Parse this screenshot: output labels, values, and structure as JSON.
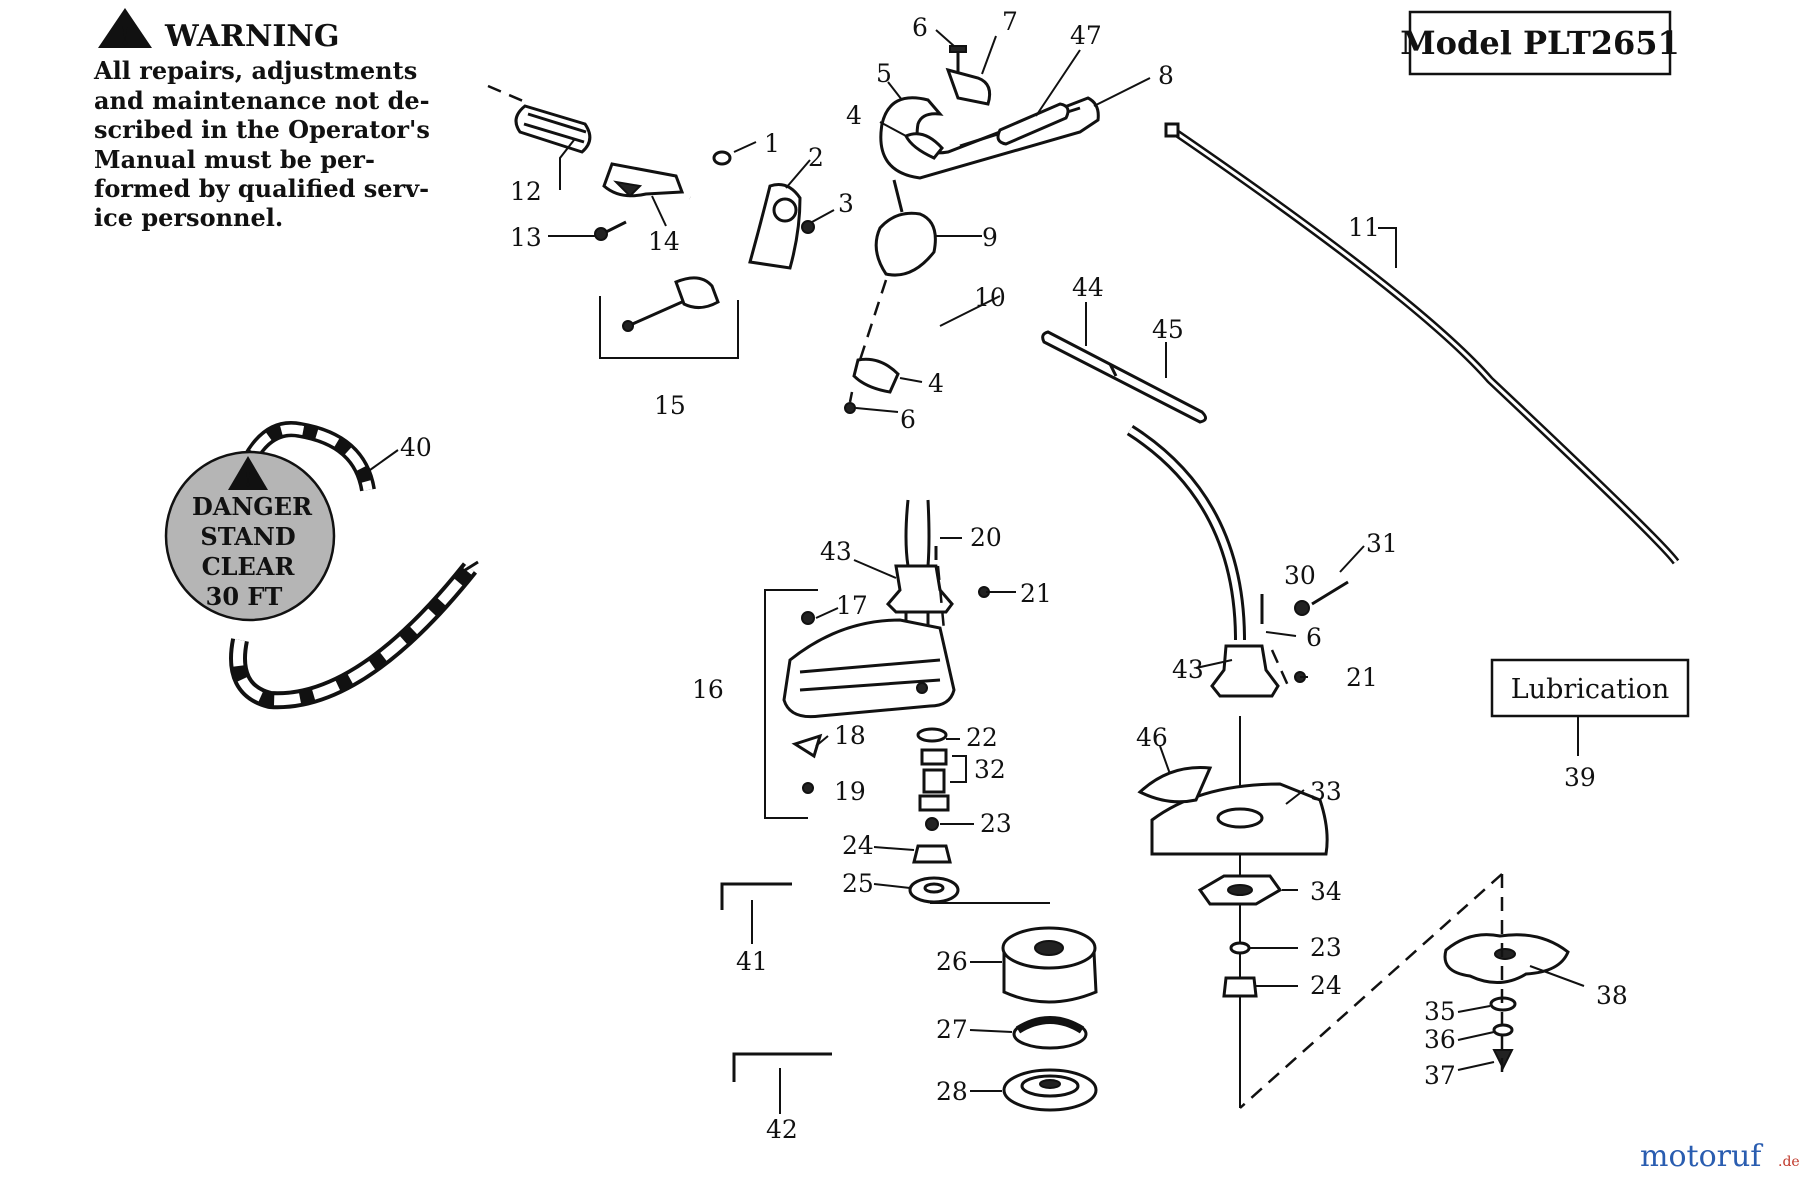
{
  "warning": {
    "title": "WARNING",
    "lines": [
      "All repairs, adjustments",
      "and maintenance not de-",
      "scribed in the Operator's",
      "Manual must be per-",
      "formed by qualified serv-",
      "ice personnel."
    ]
  },
  "model_label": "Model PLT2651",
  "lubrication_label": "Lubrication",
  "danger_decal": [
    "DANGER",
    "STAND",
    "CLEAR",
    "30 FT"
  ],
  "watermark": {
    "main": "motoruf",
    "suffix": ".de"
  },
  "colors": {
    "ink": "#111111",
    "watermark_blue": "#2a5db0",
    "watermark_red": "#c0392b",
    "decal_grey": "#b5b5b5"
  },
  "callouts": [
    "1",
    "2",
    "3",
    "4",
    "5",
    "6",
    "7",
    "47",
    "8",
    "12",
    "13",
    "14",
    "9",
    "10",
    "11",
    "15",
    "44",
    "45",
    "4",
    "6",
    "40",
    "20",
    "43",
    "21",
    "17",
    "16",
    "18",
    "19",
    "22",
    "32",
    "23",
    "24",
    "25",
    "41",
    "26",
    "27",
    "28",
    "42",
    "31",
    "30",
    "6",
    "43",
    "21",
    "46",
    "33",
    "34",
    "23",
    "24",
    "39",
    "38",
    "35",
    "36",
    "37"
  ]
}
